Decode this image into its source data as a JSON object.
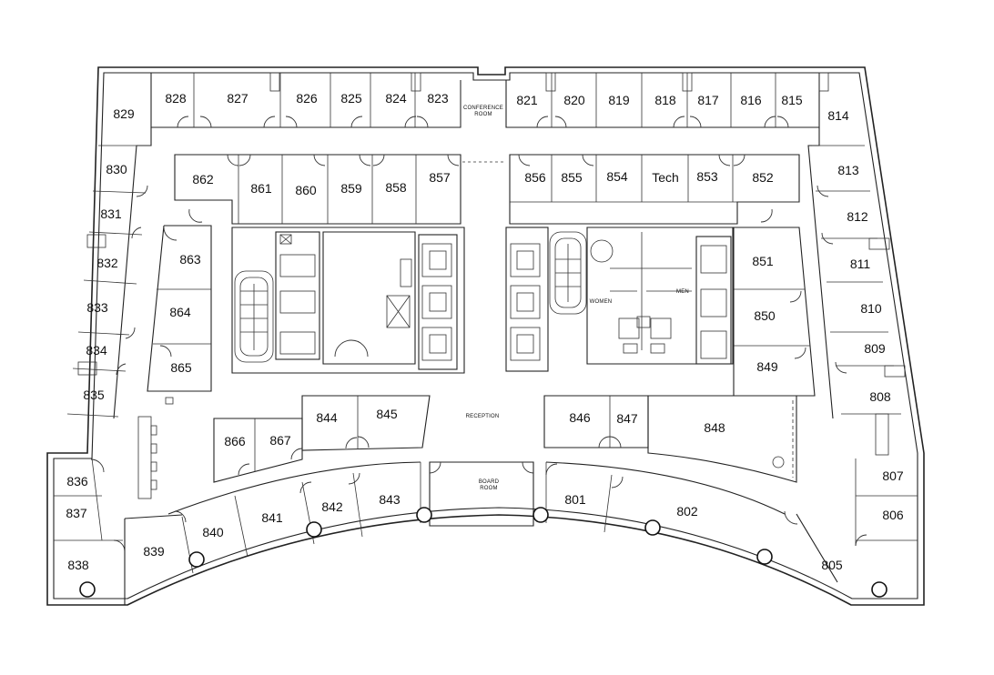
{
  "rooms": {
    "829": "829",
    "828": "828",
    "827": "827",
    "826": "826",
    "825": "825",
    "824": "824",
    "823": "823",
    "821": "821",
    "820": "820",
    "819": "819",
    "818": "818",
    "817": "817",
    "816": "816",
    "815": "815",
    "814": "814",
    "830": "830",
    "831": "831",
    "832": "832",
    "833": "833",
    "834": "834",
    "835": "835",
    "836": "836",
    "837": "837",
    "838": "838",
    "839": "839",
    "840": "840",
    "841": "841",
    "842": "842",
    "843": "843",
    "801": "801",
    "802": "802",
    "805": "805",
    "806": "806",
    "807": "807",
    "808": "808",
    "809": "809",
    "810": "810",
    "811": "811",
    "812": "812",
    "813": "813",
    "862": "862",
    "861": "861",
    "860": "860",
    "859": "859",
    "858": "858",
    "857": "857",
    "856": "856",
    "855": "855",
    "854": "854",
    "tech": "Tech",
    "853": "853",
    "852": "852",
    "863": "863",
    "864": "864",
    "865": "865",
    "866": "866",
    "867": "867",
    "844": "844",
    "845": "845",
    "846": "846",
    "847": "847",
    "848": "848",
    "849": "849",
    "850": "850",
    "851": "851"
  },
  "labels": {
    "conference_line1": "CONFERENCE",
    "conference_line2": "ROOM",
    "reception": "RECEPTION",
    "board_line1": "BOARD",
    "board_line2": "ROOM",
    "women": "WOMEN",
    "men": "MEN"
  }
}
